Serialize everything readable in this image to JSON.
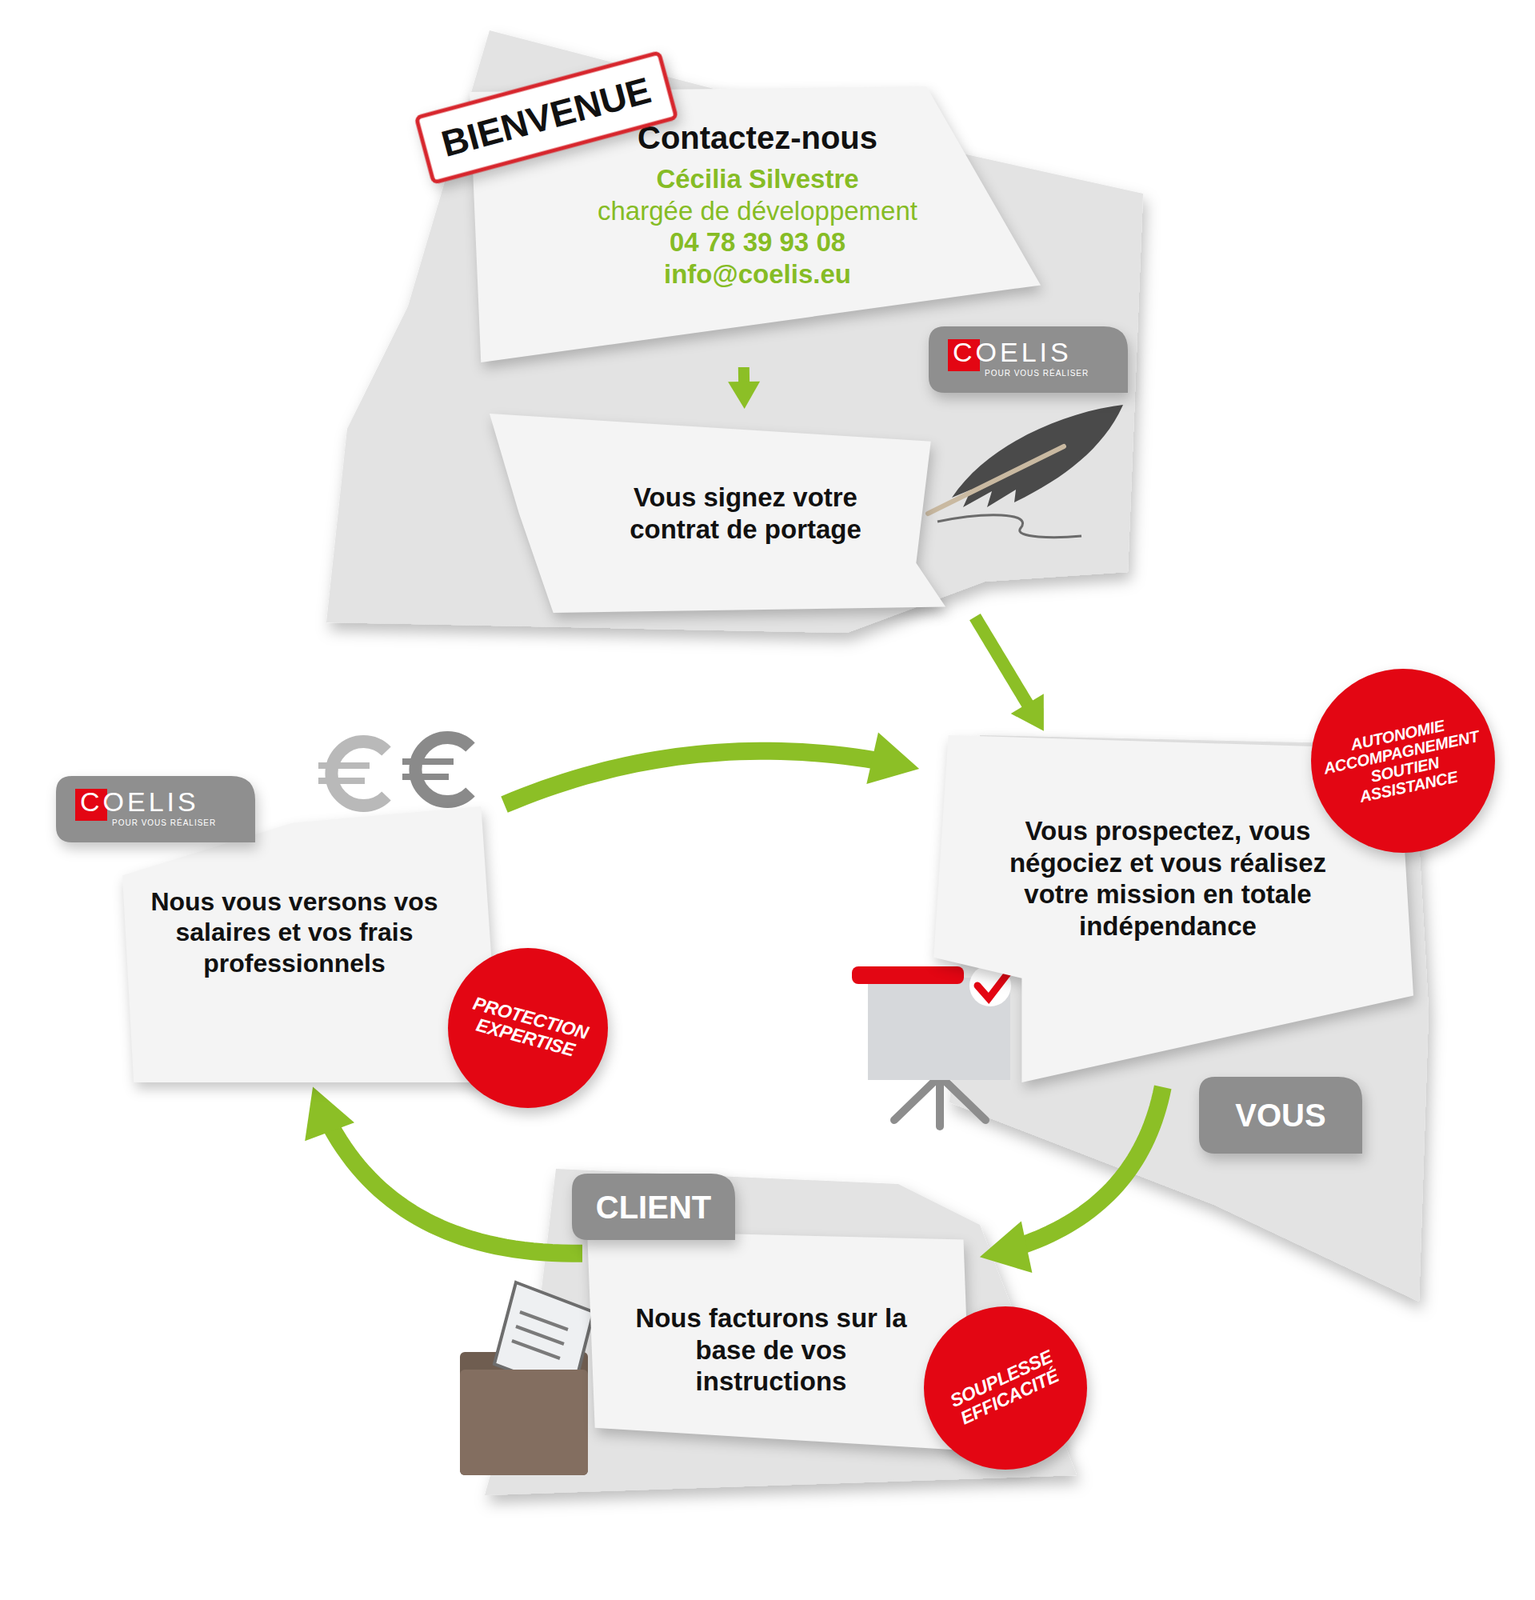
{
  "diagram": {
    "nodes": [
      {
        "text": [
          "BIENVENUE"
        ]
      },
      {
        "text": [
          "Contactez-nous",
          "Cécilia Silvestre",
          "chargée de développement",
          "04 78 39 93 08",
          "info@coelis.eu"
        ]
      },
      {
        "text": [
          "COELIS",
          "POUR VOUS RÉALISER"
        ]
      },
      {
        "text": [
          "Vous signez votre contrat de portage"
        ]
      },
      {
        "text": [
          "Vous prospectez, vous négociez et vous réalisez votre mission en totale indépendance"
        ]
      },
      {
        "text": [
          "AUTONOMIE ACCOMPAGNEMENT SOUTIEN ASSISTANCE"
        ]
      },
      {
        "text": [
          "VOUS"
        ]
      },
      {
        "text": [
          "CLIENT"
        ]
      },
      {
        "text": [
          "Nous facturons sur la base de vos instructions"
        ]
      },
      {
        "text": [
          "SOUPLESSE EFFICACITÉ"
        ]
      },
      {
        "text": [
          "Nous vous versons vos salaires et vos frais professionnels"
        ]
      },
      {
        "text": [
          "PROTECTION EXPERTISE"
        ]
      },
      {
        "text": [
          "COELIS",
          "POUR VOUS RÉALISER"
        ]
      }
    ],
    "edges": [
      {
        "from": 1,
        "to": 3,
        "arrow": "to"
      },
      {
        "from": 3,
        "to": 4,
        "arrow": "to"
      },
      {
        "from": 4,
        "to": 8,
        "arrow": "to"
      },
      {
        "from": 8,
        "to": 10,
        "arrow": "to"
      },
      {
        "from": 10,
        "to": 4,
        "arrow": "to"
      }
    ]
  }
}
